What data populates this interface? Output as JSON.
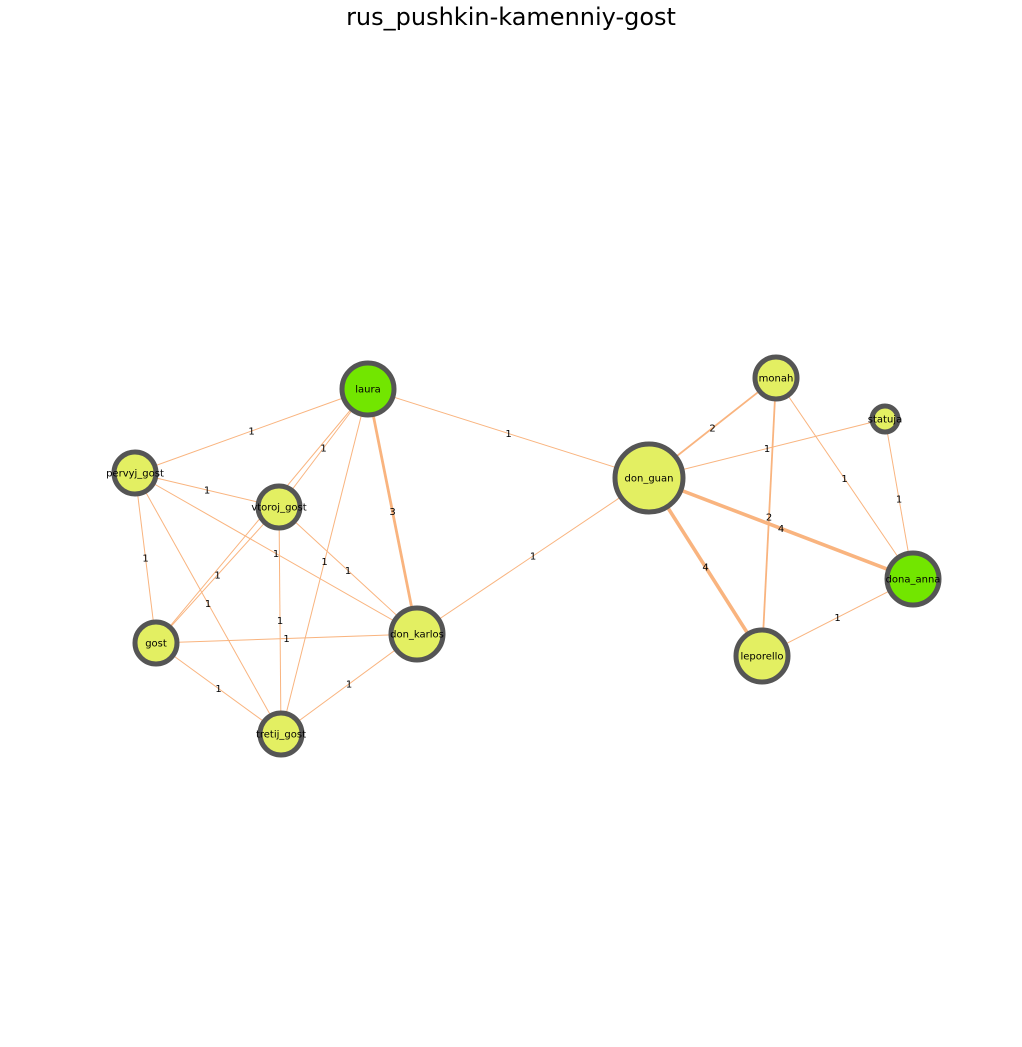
{
  "title": "rus_pushkin-kamenniy-gost",
  "colors": {
    "edge": "#f9b47f",
    "node_border": "#555555",
    "node_fill_default": "#e3ef62",
    "node_fill_highlight": "#72e600"
  },
  "nodes": [
    {
      "id": "laura",
      "label": "laura",
      "highlight": true,
      "size": 3
    },
    {
      "id": "pervyj_gost",
      "label": "pervyj_gost",
      "highlight": false,
      "size": 2
    },
    {
      "id": "vtoroj_gost",
      "label": "vtoroj_gost",
      "highlight": false,
      "size": 2
    },
    {
      "id": "gost",
      "label": "gost",
      "highlight": false,
      "size": 2
    },
    {
      "id": "don_karlos",
      "label": "don_karlos",
      "highlight": false,
      "size": 3
    },
    {
      "id": "tretij_gost",
      "label": "tretij_gost",
      "highlight": false,
      "size": 2
    },
    {
      "id": "don_guan",
      "label": "don_guan",
      "highlight": false,
      "size": 4
    },
    {
      "id": "monah",
      "label": "monah",
      "highlight": false,
      "size": 2
    },
    {
      "id": "statuja",
      "label": "statuja",
      "highlight": false,
      "size": 1
    },
    {
      "id": "dona_anna",
      "label": "dona_anna",
      "highlight": true,
      "size": 3
    },
    {
      "id": "leporello",
      "label": "leporello",
      "highlight": false,
      "size": 3
    }
  ],
  "edges": [
    {
      "source": "laura",
      "target": "pervyj_gost",
      "weight": 1
    },
    {
      "source": "laura",
      "target": "vtoroj_gost",
      "weight": 1
    },
    {
      "source": "laura",
      "target": "gost",
      "weight": 1
    },
    {
      "source": "laura",
      "target": "tretij_gost",
      "weight": 1
    },
    {
      "source": "laura",
      "target": "don_karlos",
      "weight": 3
    },
    {
      "source": "laura",
      "target": "don_guan",
      "weight": 1
    },
    {
      "source": "pervyj_gost",
      "target": "vtoroj_gost",
      "weight": 1
    },
    {
      "source": "pervyj_gost",
      "target": "gost",
      "weight": 1
    },
    {
      "source": "pervyj_gost",
      "target": "don_karlos",
      "weight": 1
    },
    {
      "source": "pervyj_gost",
      "target": "tretij_gost",
      "weight": 1
    },
    {
      "source": "vtoroj_gost",
      "target": "gost",
      "weight": 1
    },
    {
      "source": "vtoroj_gost",
      "target": "don_karlos",
      "weight": 1
    },
    {
      "source": "vtoroj_gost",
      "target": "tretij_gost",
      "weight": 1
    },
    {
      "source": "gost",
      "target": "don_karlos",
      "weight": 1
    },
    {
      "source": "gost",
      "target": "tretij_gost",
      "weight": 1
    },
    {
      "source": "don_karlos",
      "target": "tretij_gost",
      "weight": 1
    },
    {
      "source": "don_karlos",
      "target": "don_guan",
      "weight": 1
    },
    {
      "source": "don_guan",
      "target": "monah",
      "weight": 2
    },
    {
      "source": "don_guan",
      "target": "statuja",
      "weight": 1
    },
    {
      "source": "don_guan",
      "target": "dona_anna",
      "weight": 4
    },
    {
      "source": "don_guan",
      "target": "leporello",
      "weight": 4
    },
    {
      "source": "monah",
      "target": "dona_anna",
      "weight": 1
    },
    {
      "source": "monah",
      "target": "leporello",
      "weight": 2
    },
    {
      "source": "statuja",
      "target": "dona_anna",
      "weight": 1
    },
    {
      "source": "dona_anna",
      "target": "leporello",
      "weight": 1
    }
  ]
}
